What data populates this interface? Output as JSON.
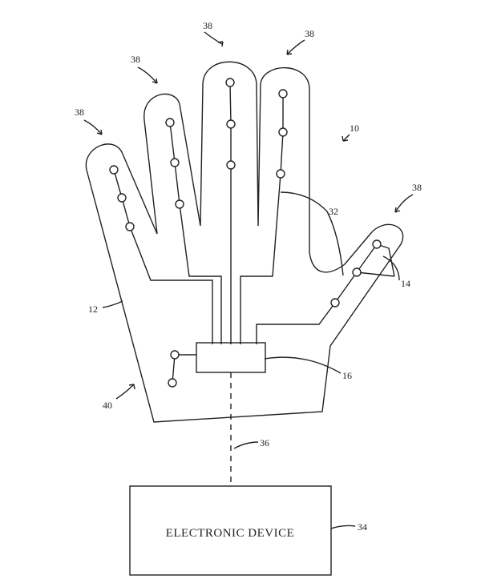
{
  "labels": {
    "finger_ref": "38",
    "glove_system": "10",
    "conductive_paths": "32",
    "sensors": "14",
    "glove_body": "12",
    "control_circuitry": "16",
    "palm_region": "40",
    "wireless_link": "36",
    "device_ref": "34"
  },
  "device": {
    "label": "ELECTRONIC DEVICE"
  }
}
